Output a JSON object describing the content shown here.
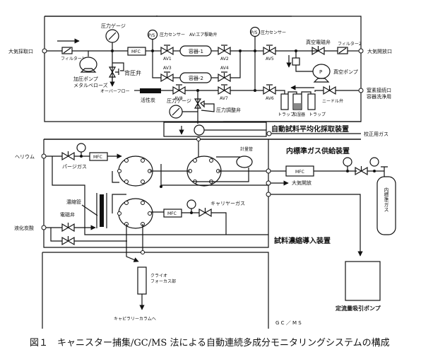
{
  "figure": {
    "caption": "図１　キャニスター捕集/GC/MS 法による自動連続多成分モニタリングシステムの構成"
  },
  "sections": {
    "sampler": "自動試料平均化採取装置",
    "internal_std": "内標準ガス供給装置",
    "concentrator": "試料濃縮導入装置",
    "gcms": "G C ／ M S",
    "suction_pump": "定流量吸引ポンプ"
  },
  "labels": {
    "air_inlet": "大気採取口",
    "air_outlet": "大気開放口",
    "n2_inlet_1": "窒素接続口",
    "n2_inlet_2": "容器洗浄用",
    "pressure_gauge_1": "圧力ゲージ",
    "pressure_gauge_2": "圧力ゲージ",
    "pressure_sensor_1": "圧力センサー",
    "pressure_sensor_2": "圧力センサー",
    "av_legend": "AV:エア駆動弁",
    "filter_1": "フィルター1",
    "filter_2": "フィルター2",
    "pump_1": "加圧ポンプ",
    "pump_1b": "メタルベローズ",
    "back_pressure_valve": "背圧弁",
    "overflow": "オーバーフロー",
    "mfc": "MFC",
    "container_1": "容器-1",
    "container_2": "容器-2",
    "av1": "AV1",
    "av2": "AV2",
    "av3": "AV3",
    "av4": "AV4",
    "av5": "AV5",
    "av6": "AV6",
    "av7": "AV7",
    "av8": "AV8",
    "activated_carbon": "活性炭",
    "pressure_regulator": "圧力調整弁",
    "vacuum_solenoid": "真空電磁弁",
    "vacuum_pump": "真空ポンプ",
    "p": "P",
    "ps": "P/S",
    "needle_valve": "ニードル弁",
    "trap_1": "トラップ",
    "humidifier": "加湿器",
    "trap_2": "トラップ",
    "calibration_gas": "校正用ガス",
    "helium": "ヘリウム",
    "purge_gas": "パージガス",
    "metering_tube": "計量管",
    "atm_release": "大気開放",
    "enrichment_tube": "濃縮管",
    "solenoid_valve": "電磁弁",
    "liquid_co2": "液化炭酸",
    "carrier_gas": "キャリヤーガス",
    "cryo_1": "クライオ",
    "cryo_2": "フォーカス部",
    "to_capillary": "キャピラリーカラムへ",
    "std_gas_cylinder": "内標準ガス"
  }
}
